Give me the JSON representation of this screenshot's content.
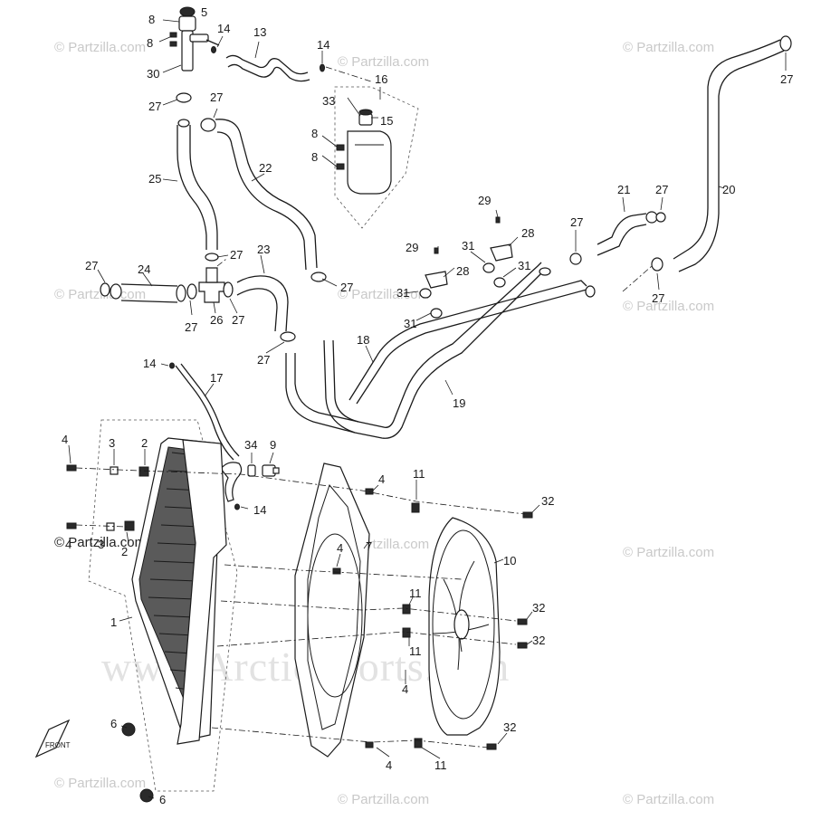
{
  "watermarks": {
    "partzilla": "© Partzilla.com",
    "partzilla_dark": "© Partzilla.com",
    "arctic": "www.ArcticSports.com"
  },
  "callouts": {
    "n1": "1",
    "n2": "2",
    "n3": "3",
    "n4": "4",
    "n5": "5",
    "n6": "6",
    "n7": "7",
    "n8": "8",
    "n9": "9",
    "n10": "10",
    "n11": "11",
    "n13": "13",
    "n14": "14",
    "n15": "15",
    "n16": "16",
    "n17": "17",
    "n18": "18",
    "n19": "19",
    "n20": "20",
    "n21": "21",
    "n22": "22",
    "n23": "23",
    "n24": "24",
    "n25": "25",
    "n26": "26",
    "n27": "27",
    "n28": "28",
    "n29": "29",
    "n30": "30",
    "n31": "31",
    "n32": "32",
    "n33": "33",
    "n34": "34"
  },
  "front_marker": "FRONT"
}
